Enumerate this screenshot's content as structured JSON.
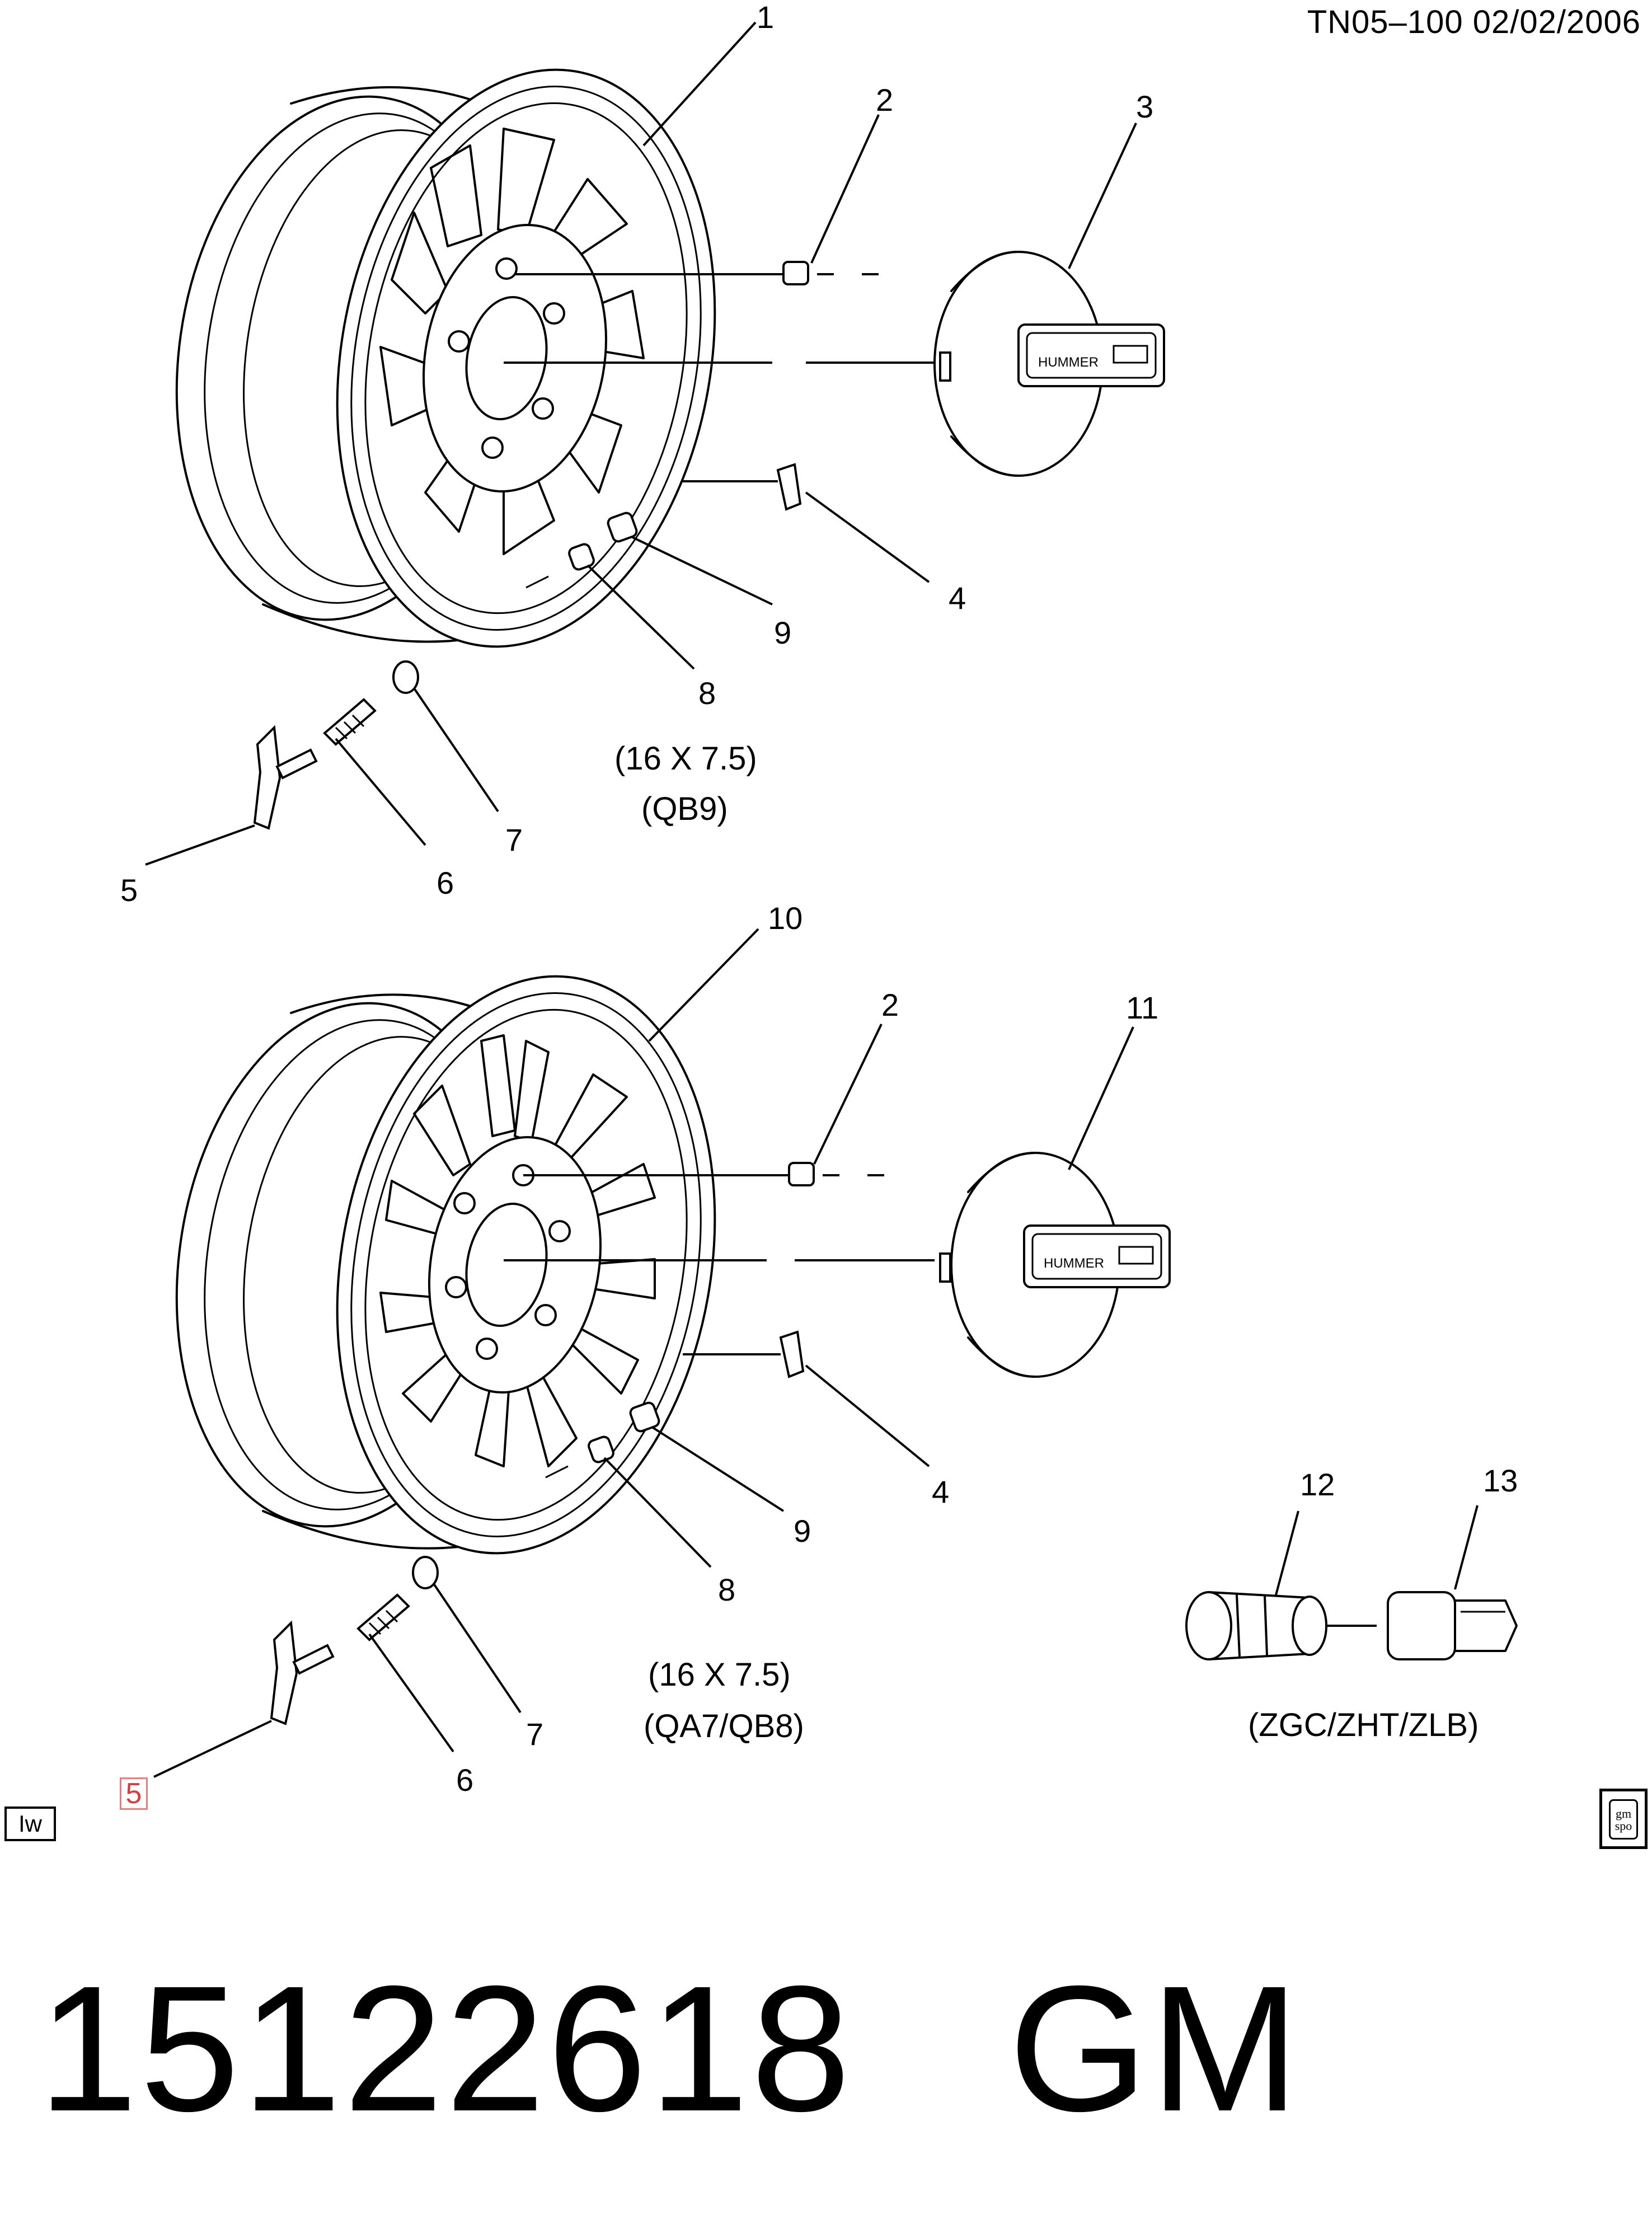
{
  "header": {
    "reference": "TN05–100  02/02/2006"
  },
  "upper_assembly": {
    "wheel_size": "(16 X 7.5)",
    "option_code": "(QB9)",
    "callouts": {
      "c1": "1",
      "c2": "2",
      "c3": "3",
      "c4": "4",
      "c5": "5",
      "c6": "6",
      "c7": "7",
      "c8": "8",
      "c9": "9"
    },
    "cap_logo": "HUMMER"
  },
  "lower_assembly": {
    "wheel_size": "(16 X 7.5)",
    "option_code": "(QA7/QB8)",
    "callouts": {
      "c10": "10",
      "c2": "2",
      "c11": "11",
      "c4": "4",
      "c9": "9",
      "c8": "8",
      "c7": "7",
      "c6": "6",
      "c5": "5"
    },
    "cap_logo": "HUMMER"
  },
  "lock_nuts": {
    "callouts": {
      "c12": "12",
      "c13": "13"
    },
    "option_code": "(ZGC/ZHT/ZLB)"
  },
  "footer": {
    "iw_label": "Iw",
    "spo_top": "gm",
    "spo_bottom": "spo",
    "part_number": "15122618   GM"
  }
}
